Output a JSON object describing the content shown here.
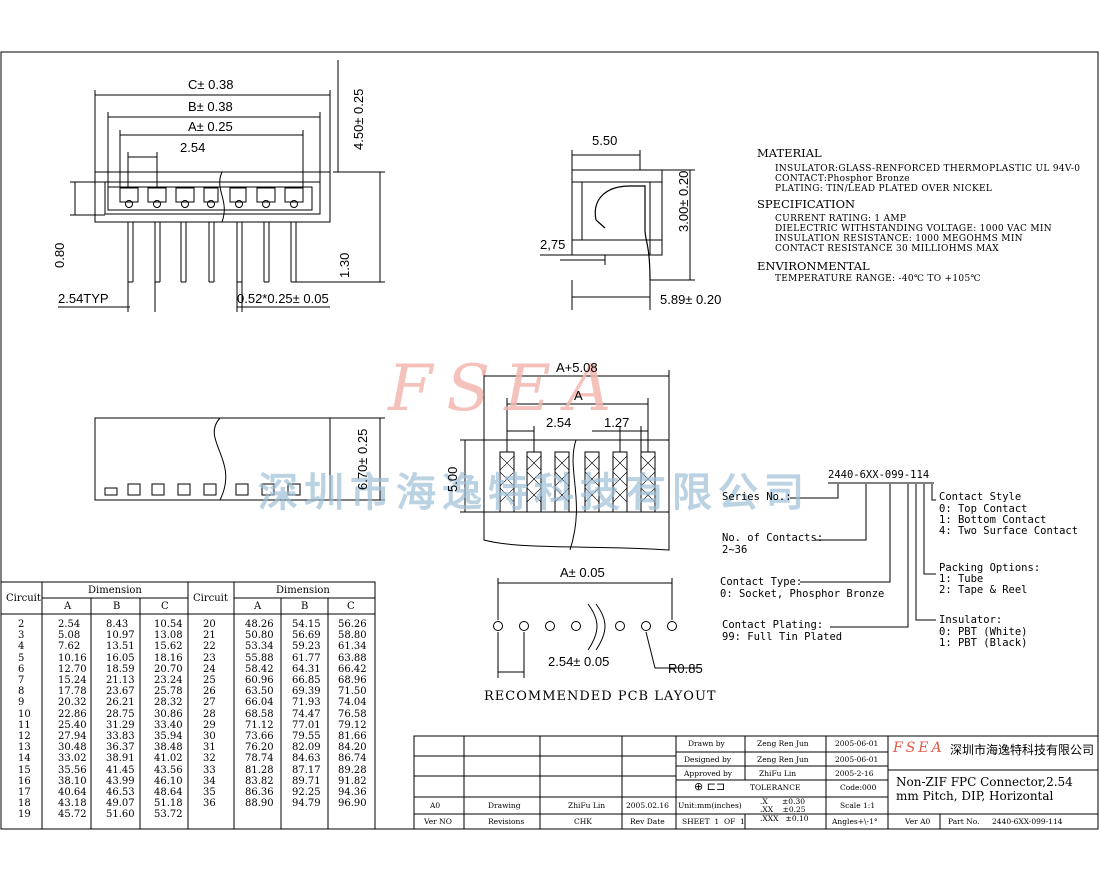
{
  "side_view": {
    "dim_c": "C± 0.38",
    "dim_b": "B± 0.38",
    "dim_a": "A± 0.25",
    "dim_pitch": "2.54",
    "dim_height": "4.50± 0.25",
    "dim_080": "0.80",
    "dim_130": "1.30",
    "dim_typ": "2.54TYP",
    "dim_pin": "0.52*0.25± 0.05"
  },
  "section_view": {
    "dim_550": "5.50",
    "dim_300": "3.00± 0.20",
    "dim_275": "2,75",
    "dim_589": "5.89± 0.20"
  },
  "spec": {
    "material_title": "MATERIAL",
    "insulator": "INSULATOR:GLASS-RENFORCED THERMOPLASTIC UL 94V-0",
    "contact": "CONTACT:Phosphor Bronze",
    "plating": "PLATING: TIN/LEAD PLATED OVER NICKEL",
    "spec_title": "SPECIFICATION",
    "current": "CURRENT RATING: 1 AMP",
    "dielectric": "DIELECTRIC WITHSTANDING VOLTAGE: 1000 VAC MIN",
    "insulation": "INSULATION RESISTANCE: 1000 MEGOHMS MIN",
    "resistance": "CONTACT RESISTANCE 30 MILLIOHMS MAX",
    "env_title": "ENVIRONMENTAL",
    "temp": "TEMPERATURE RANGE: -40℃ TO +105℃"
  },
  "watermark": {
    "brand": "FSEA",
    "company": "深圳市海逸特科技有限公司"
  },
  "front_view": {
    "dim_height": "6.70± 0.25"
  },
  "top_view": {
    "dim_a508": "A+5.08",
    "dim_a": "A",
    "dim_254": "2.54",
    "dim_127": "1.27",
    "dim_500": "5.00"
  },
  "pcb_layout": {
    "dim_a": "A± 0.05",
    "dim_pitch": "2.54± 0.05",
    "dim_r": "R0.85",
    "title": "RECOMMENDED  PCB  LAYOUT"
  },
  "part_config": {
    "part_no": "2440-6XX-099-114",
    "series": "Series No.:",
    "contacts_label": "No. of Contacts:",
    "contacts_value": "2~36",
    "type_label": "Contact Type:",
    "type_value": "0: Socket, Phosphor Bronze",
    "plating_label": "Contact Plating:",
    "plating_value": "99: Full Tin Plated",
    "style_label": "Contact Style",
    "style_1": "0: Top Contact",
    "style_2": "1: Bottom Contact",
    "style_3": "4: Two Surface Contact",
    "packing_label": "Packing Options:",
    "packing_1": "1: Tube",
    "packing_2": "2: Tape & Reel",
    "insulator_label": "Insulator:",
    "insulator_1": "0: PBT (White)",
    "insulator_2": "1: PBT (Black)"
  },
  "dim_table": {
    "circuit_label": "Circuit",
    "dimension_label": "Dimension",
    "col_a": "A",
    "col_b": "B",
    "col_c": "C",
    "left": [
      [
        "2",
        "2.54",
        "8.43",
        "10.54"
      ],
      [
        "3",
        "5.08",
        "10.97",
        "13.08"
      ],
      [
        "4",
        "7.62",
        "13.51",
        "15.62"
      ],
      [
        "5",
        "10.16",
        "16.05",
        "18.16"
      ],
      [
        "6",
        "12.70",
        "18.59",
        "20.70"
      ],
      [
        "7",
        "15.24",
        "21.13",
        "23.24"
      ],
      [
        "8",
        "17.78",
        "23.67",
        "25.78"
      ],
      [
        "9",
        "20.32",
        "26.21",
        "28.32"
      ],
      [
        "10",
        "22.86",
        "28.75",
        "30.86"
      ],
      [
        "11",
        "25.40",
        "31.29",
        "33.40"
      ],
      [
        "12",
        "27.94",
        "33.83",
        "35.94"
      ],
      [
        "13",
        "30.48",
        "36.37",
        "38.48"
      ],
      [
        "14",
        "33.02",
        "38.91",
        "41.02"
      ],
      [
        "15",
        "35.56",
        "41.45",
        "43.56"
      ],
      [
        "16",
        "38.10",
        "43.99",
        "46.10"
      ],
      [
        "17",
        "40.64",
        "46.53",
        "48.64"
      ],
      [
        "18",
        "43.18",
        "49.07",
        "51.18"
      ],
      [
        "19",
        "45.72",
        "51.60",
        "53.72"
      ]
    ],
    "right": [
      [
        "20",
        "48.26",
        "54.15",
        "56.26"
      ],
      [
        "21",
        "50.80",
        "56.69",
        "58.80"
      ],
      [
        "22",
        "53.34",
        "59.23",
        "61.34"
      ],
      [
        "23",
        "55.88",
        "61.77",
        "63.88"
      ],
      [
        "24",
        "58.42",
        "64.31",
        "66.42"
      ],
      [
        "25",
        "60.96",
        "66.85",
        "68.96"
      ],
      [
        "26",
        "63.50",
        "69.39",
        "71.50"
      ],
      [
        "27",
        "66.04",
        "71.93",
        "74.04"
      ],
      [
        "28",
        "68.58",
        "74.47",
        "76.58"
      ],
      [
        "29",
        "71.12",
        "77.01",
        "79.12"
      ],
      [
        "30",
        "73.66",
        "79.55",
        "81.66"
      ],
      [
        "31",
        "76.20",
        "82.09",
        "84.20"
      ],
      [
        "32",
        "78.74",
        "84.63",
        "86.74"
      ],
      [
        "33",
        "81.28",
        "87.17",
        "89.28"
      ],
      [
        "34",
        "83.82",
        "89.71",
        "91.82"
      ],
      [
        "35",
        "86.36",
        "92.25",
        "94.36"
      ],
      [
        "36",
        "88.90",
        "94.79",
        "96.90"
      ]
    ]
  },
  "title_block": {
    "drawn_label": "Drawn  by",
    "drawn_name": "Zeng Ren Jun",
    "drawn_date": "2005-06-01",
    "designed_label": "Designed by",
    "designed_name": "Zeng Ren Jun",
    "designed_date": "2005-06-01",
    "approved_label": "Approved by",
    "approved_name": "ZhiFu Lin",
    "approved_date": "2005-2-16",
    "tolerance": "TOLERANCE",
    "tol_x": ".X      ±0.30",
    "tol_xx": ".XX    ±0.25",
    "tol_xxx": ".XXX   ±0.10",
    "code": "Code:000",
    "scale": "Scale 1:1",
    "angles": "Angles+\\-1°",
    "units": "Unit:mm(inches)",
    "sheet": "SHEET  1  OF  1",
    "rev_a0": "A0",
    "rev_drawing": "Drawing",
    "rev_chk_name": "ZhiFu Lin",
    "rev_date_val": "2005.02.16",
    "h_ver": "Ver NO",
    "h_revisions": "Revisions",
    "h_chk": "CHK",
    "h_revdate": "Rev Date",
    "logo_brand": "FSEA",
    "company": "深圳市海逸特科技有限公司",
    "title_line1": "Non-ZIF FPC Connector,2.54",
    "title_line2": "mm Pitch, DIP, Horizontal",
    "ver": "Ver A0",
    "part_label": "Part No.",
    "part_no": "2440-6XX-099-114"
  }
}
